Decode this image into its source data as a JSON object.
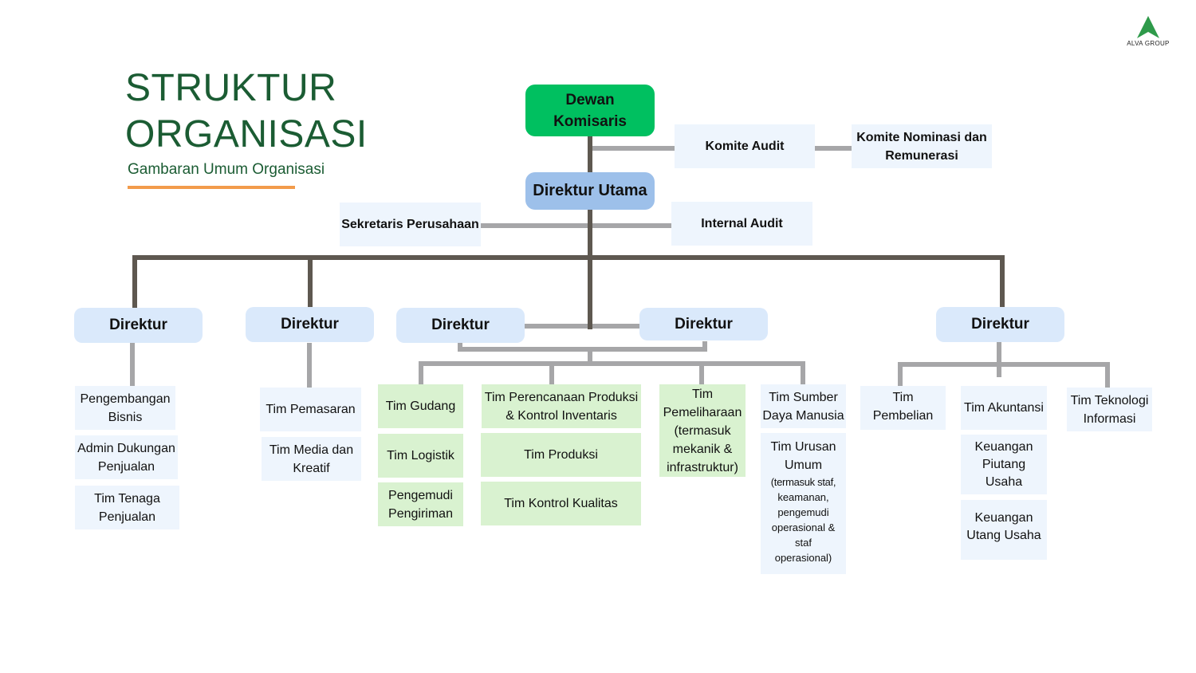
{
  "logo": {
    "brand": "ALVA GROUP",
    "icon": "triangle-a-icon",
    "color": "#2e9a4a"
  },
  "heading": {
    "title_line1": "STRUKTUR",
    "title_line2": "ORGANISASI",
    "subtitle": "Gambaran Umum Organisasi",
    "title_color": "#1b5c33",
    "underline_color": "#f29b4b"
  },
  "colors": {
    "board": "#00c060",
    "ceo": "#9dc0ea",
    "director": "#dae9fb",
    "unit_blue": "#eef5fd",
    "unit_green": "#d9f2d0",
    "main_line": "#5e5850",
    "sub_line": "#a6a6a8"
  },
  "top": {
    "board": "Dewan Komisaris",
    "board_l1": "Dewan",
    "board_l2": "Komisaris",
    "ceo": "Direktur Utama",
    "audit_committee": "Komite Audit",
    "nomination_committee_l1": "Komite Nominasi dan",
    "nomination_committee_l2": "Remunerasi",
    "corporate_secretary": "Sekretaris Perusahaan",
    "internal_audit": "Internal Audit"
  },
  "directors": [
    {
      "label": "Direktur",
      "units": [
        {
          "l1": "Pengembangan",
          "l2": "Bisnis"
        },
        {
          "l1": "Admin Dukungan",
          "l2": "Penjualan"
        },
        {
          "l1": "Tim Tenaga",
          "l2": "Penjualan"
        }
      ]
    },
    {
      "label": "Direktur",
      "units": [
        {
          "l1": "Tim Pemasaran"
        },
        {
          "l1": "Tim Media dan",
          "l2": "Kreatif"
        }
      ]
    },
    {
      "label": "Direktur"
    },
    {
      "label": "Direktur"
    },
    {
      "label": "Direktur",
      "units": [
        {
          "l1": "Tim",
          "l2": "Pembelian"
        },
        {
          "l1": "Tim Akuntansi"
        },
        {
          "l1": "Keuangan",
          "l2": "Piutang",
          "l3": "Usaha"
        },
        {
          "l1": "Keuangan",
          "l2": "Utang Usaha"
        },
        {
          "l1": "Tim Teknologi",
          "l2": "Informasi"
        }
      ]
    }
  ],
  "ops_units": {
    "gudang": "Tim Gudang",
    "logistik": "Tim Logistik",
    "pengemudi_l1": "Pengemudi",
    "pengemudi_l2": "Pengiriman",
    "ppic_l1": "Tim Perencanaan Produksi",
    "ppic_l2": "& Kontrol Inventaris",
    "produksi": "Tim Produksi",
    "qc": "Tim Kontrol Kualitas",
    "maint_l1": "Tim",
    "maint_l2": "Pemeliharaan",
    "maint_l3": "(termasuk",
    "maint_l4": "mekanik &",
    "maint_l5": "infrastruktur)",
    "hr_l1": "Tim Sumber",
    "hr_l2": "Daya Manusia",
    "ga_l1": "Tim Urusan",
    "ga_l2": "Umum",
    "ga_l3": "(termasuk staf,",
    "ga_l4": "keamanan,",
    "ga_l5": "pengemudi",
    "ga_l6": "operasional &",
    "ga_l7": "staf",
    "ga_l8": "operasional)"
  }
}
